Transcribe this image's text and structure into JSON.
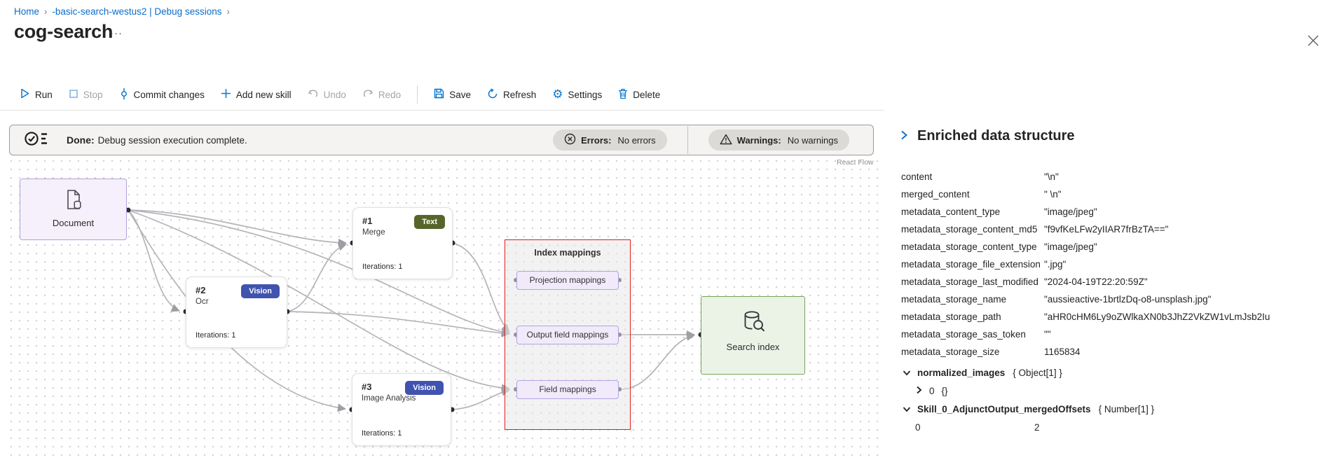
{
  "breadcrumb": {
    "home": "Home",
    "separator": "›",
    "path": "-basic-search-westus2 | Debug sessions"
  },
  "header": {
    "title": "cog-search",
    "more": "···"
  },
  "toolbar": {
    "run": "Run",
    "stop": "Stop",
    "commit": "Commit changes",
    "add": "Add new skill",
    "undo": "Undo",
    "redo": "Redo",
    "save": "Save",
    "refresh": "Refresh",
    "settings": "Settings",
    "delete": "Delete"
  },
  "banner": {
    "status_bold": "Done:",
    "status_text": "Debug session execution complete.",
    "errors_label": "Errors:",
    "errors_value": "No errors",
    "warnings_label": "Warnings:",
    "warnings_value": "No warnings"
  },
  "canvas": {
    "attribution": "React Flow",
    "document_node": {
      "label": "Document"
    },
    "skills": [
      {
        "id": "#1",
        "name": "Merge",
        "badge": "Text",
        "iterations": "Iterations: 1"
      },
      {
        "id": "#2",
        "name": "Ocr",
        "badge": "Vision",
        "iterations": "Iterations: 1"
      },
      {
        "id": "#3",
        "name": "Image Analysis",
        "badge": "Vision",
        "iterations": "Iterations: 1"
      }
    ],
    "index_mappings": {
      "title": "Index mappings",
      "items": [
        "Projection mappings",
        "Output field mappings",
        "Field mappings"
      ]
    },
    "search_index": {
      "label": "Search index"
    },
    "colors": {
      "text_badge": "#57652a",
      "vision_badge": "#4053af",
      "group_border": "#e01b1b",
      "document_fill": "#f5f0fb",
      "search_index_fill": "#ebf3e7",
      "edge": "#b4b4ba",
      "accent_blue": "#0b78d0"
    }
  },
  "panel": {
    "heading": "Enriched data structure",
    "rows": [
      {
        "key": "content",
        "value": "\"\\n\""
      },
      {
        "key": "merged_content",
        "value": "\" \\n\""
      },
      {
        "key": "metadata_content_type",
        "value": "\"image/jpeg\""
      },
      {
        "key": "metadata_storage_content_md5",
        "value": "\"f9vfKeLFw2yIIAR7frBzTA==\""
      },
      {
        "key": "metadata_storage_content_type",
        "value": "\"image/jpeg\""
      },
      {
        "key": "metadata_storage_file_extension",
        "value": "\".jpg\""
      },
      {
        "key": "metadata_storage_last_modified",
        "value": "\"2024-04-19T22:20:59Z\""
      },
      {
        "key": "metadata_storage_name",
        "value": "\"aussieactive-1brtlzDq-o8-unsplash.jpg\""
      },
      {
        "key": "metadata_storage_path",
        "value": "\"aHR0cHM6Ly9oZWlkaXN0b3JhZ2VkZW1vLmJsb2Iu"
      },
      {
        "key": "metadata_storage_sas_token",
        "value": "\"\""
      },
      {
        "key": "metadata_storage_size",
        "value": "1165834"
      }
    ],
    "normalized_images": {
      "key": "normalized_images",
      "type": "{ Object[1] }",
      "child_index": "0",
      "child_value": "{}"
    },
    "skill_offsets": {
      "key": "Skill_0_AdjunctOutput_mergedOffsets",
      "type": "{ Number[1] }",
      "child_index": "0",
      "child_value": "2"
    }
  }
}
